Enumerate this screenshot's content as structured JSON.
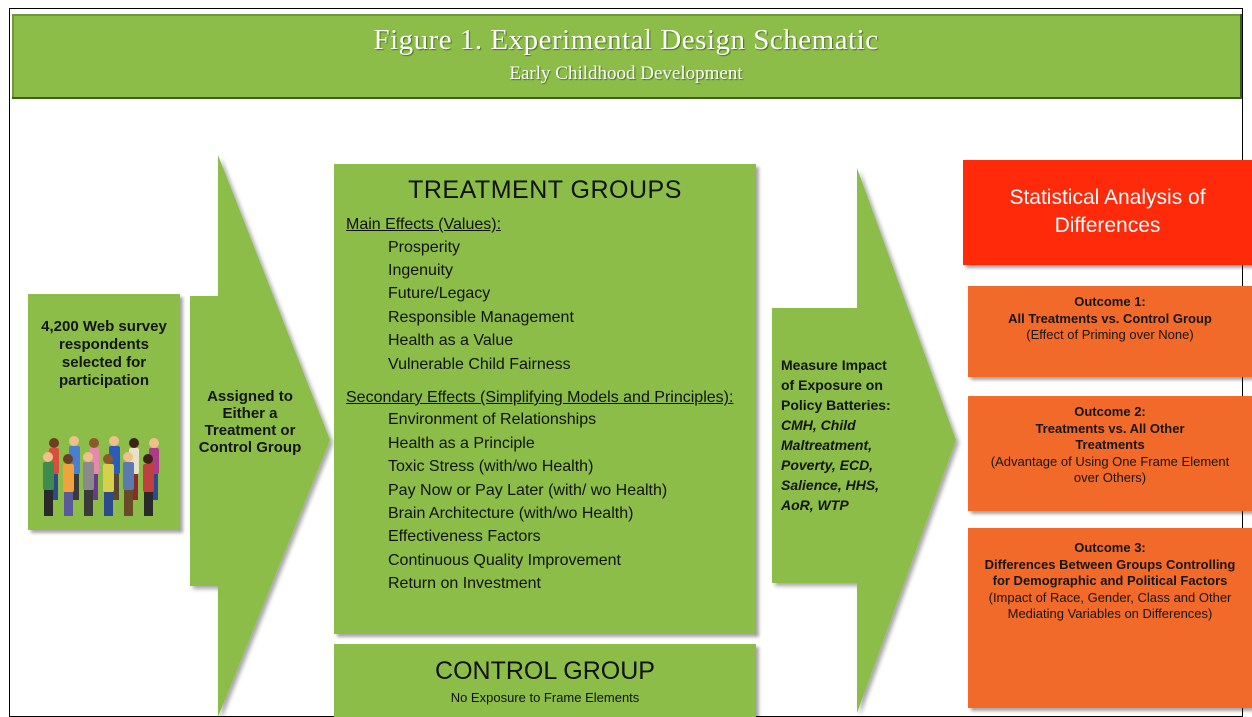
{
  "header": {
    "title": "Figure 1. Experimental Design Schematic",
    "subtitle": "Early Childhood Development"
  },
  "respondents": {
    "text": "4,200 Web survey respondents selected for participation",
    "image": "people-group-clipart"
  },
  "assignment": {
    "text": "Assigned to Either a Treatment or Control Group"
  },
  "treatment_groups": {
    "title": "TREATMENT GROUPS",
    "main_heading": "Main Effects (Values):",
    "main_items": [
      "Prosperity",
      "Ingenuity",
      "Future/Legacy",
      "Responsible Management",
      "Health as a Value",
      "Vulnerable Child Fairness"
    ],
    "secondary_heading": "Secondary Effects (Simplifying Models and Principles):",
    "secondary_items": [
      "Environment of Relationships",
      "Health as a Principle",
      "Toxic Stress (with/wo Health)",
      "Pay Now or Pay Later (with/ wo Health)",
      "Brain Architecture (with/wo Health)",
      "Effectiveness Factors",
      "Continuous Quality Improvement",
      "Return on Investment"
    ]
  },
  "control_group": {
    "title": "CONTROL GROUP",
    "subtitle": "No Exposure to Frame Elements"
  },
  "measure": {
    "lead": "Measure Impact of Exposure on Policy Batteries:",
    "batteries": "CMH, Child Maltreatment, Poverty, ECD, Salience, HHS, AoR, WTP"
  },
  "analysis": {
    "title": "Statistical Analysis of Differences"
  },
  "outcomes": [
    {
      "label": "Outcome 1:",
      "heading": "All Treatments vs. Control Group",
      "detail": "(Effect of Priming over None)"
    },
    {
      "label": "Outcome 2:",
      "heading": "Treatments vs. All Other Treatments",
      "detail": "(Advantage of Using One Frame Element over Others)"
    },
    {
      "label": "Outcome 3:",
      "heading": "Differences Between Groups Controlling for Demographic and Political Factors",
      "detail": "(Impact of Race, Gender, Class and Other Mediating Variables on Differences)"
    }
  ],
  "colors": {
    "green": "#8cbd48",
    "red": "#ff2a0a",
    "orange": "#f26a2a"
  }
}
